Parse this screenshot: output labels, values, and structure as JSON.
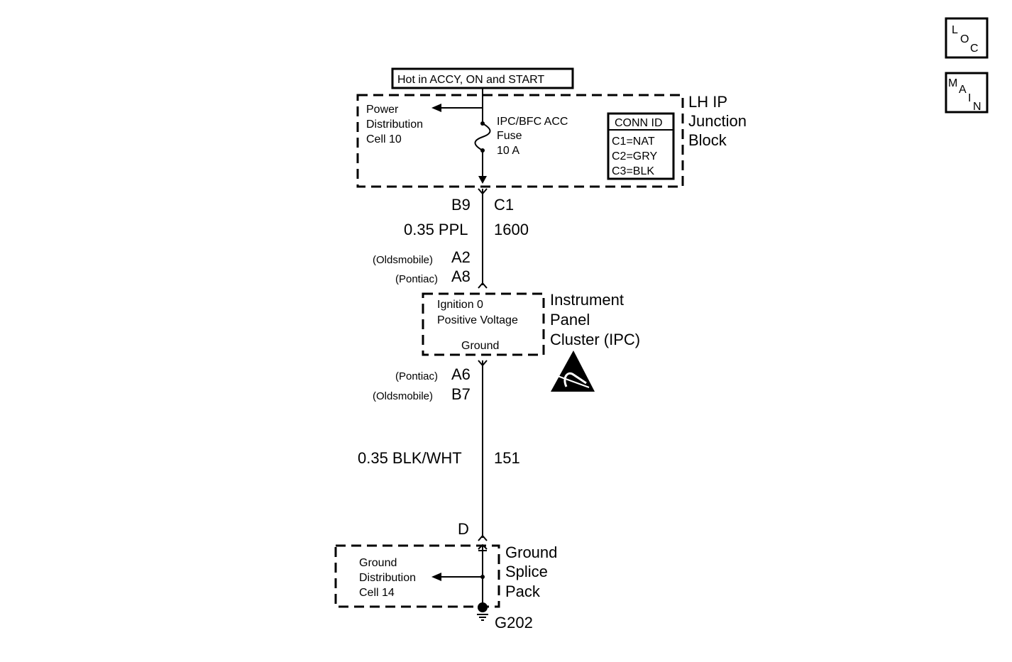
{
  "nav": {
    "loc": {
      "l1": "L",
      "l2": "O",
      "l3": "C"
    },
    "main": {
      "l1": "M",
      "l2": "A",
      "l3": "I",
      "l4": "N"
    }
  },
  "power_source": "Hot in ACCY, ON and START",
  "junction_block": {
    "name_lines": [
      "LH IP",
      "Junction",
      "Block"
    ],
    "power_dist_lines": [
      "Power",
      "Distribution",
      "Cell 10"
    ],
    "fuse_lines": [
      "IPC/BFC ACC",
      "Fuse",
      "10 A"
    ],
    "conn_id": {
      "title": "CONN ID",
      "rows": [
        "C1=NAT",
        "C2=GRY",
        "C3=BLK"
      ]
    }
  },
  "circuit_top": {
    "pin_left": "B9",
    "pin_right": "C1",
    "wire": "0.35 PPL",
    "circuit": "1600",
    "ipc_pin_a2_note": "(Oldsmobile)",
    "ipc_pin_a2": "A2",
    "ipc_pin_a8_note": "(Pontiac)",
    "ipc_pin_a8": "A8"
  },
  "ipc": {
    "name_lines": [
      "Instrument",
      "Panel",
      "Cluster (IPC)"
    ],
    "inner_lines": [
      "Ignition 0",
      "Positive Voltage"
    ],
    "ground_label": "Ground"
  },
  "circuit_bottom": {
    "pin_a6_note": "(Pontiac)",
    "pin_a6": "A6",
    "pin_b7_note": "(Oldsmobile)",
    "pin_b7": "B7",
    "wire": "0.35 BLK/WHT",
    "circuit": "151",
    "pin_d": "D"
  },
  "ground_splice": {
    "name_lines": [
      "Ground",
      "Splice",
      "Pack"
    ],
    "ground_dist_lines": [
      "Ground",
      "Distribution",
      "Cell 14"
    ]
  },
  "ground_id": "G202",
  "icons": {
    "esd": "esd-warning-icon"
  }
}
